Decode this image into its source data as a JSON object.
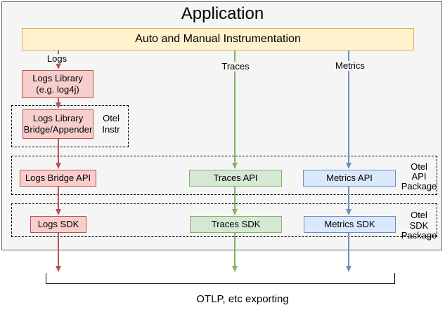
{
  "app": {
    "title": "Application"
  },
  "instrumentation": {
    "label": "Auto and Manual Instrumentation"
  },
  "edge_labels": {
    "logs": "Logs",
    "traces": "Traces",
    "metrics": "Metrics"
  },
  "logs_flow": {
    "library_line1": "Logs Library",
    "library_line2": "(e.g. log4j)",
    "bridge_line1": "Logs Library",
    "bridge_line2": "Bridge/Appender"
  },
  "groups": {
    "instr": {
      "line1": "Otel",
      "line2": "Instr"
    },
    "api": {
      "line1": "Otel",
      "line2": "API",
      "line3": "Package"
    },
    "sdk": {
      "line1": "Otel",
      "line2": "SDK",
      "line3": "Package"
    }
  },
  "api_row": {
    "logs": "Logs Bridge API",
    "traces": "Traces API",
    "metrics": "Metrics API"
  },
  "sdk_row": {
    "logs": "Logs SDK",
    "traces": "Traces SDK",
    "metrics": "Metrics SDK"
  },
  "footer": {
    "export_label": "OTLP, etc exporting"
  },
  "colors": {
    "instrumentation_fill": "#FFF2CC",
    "instrumentation_stroke": "#D6B656",
    "logs_fill": "#F8CECC",
    "logs_stroke": "#B85450",
    "traces_fill": "#D5E8D4",
    "traces_stroke": "#82B366",
    "metrics_fill": "#DAE8FC",
    "metrics_stroke": "#6C8EBF",
    "application_fill": "#F5F5F5",
    "application_stroke": "#616161"
  }
}
